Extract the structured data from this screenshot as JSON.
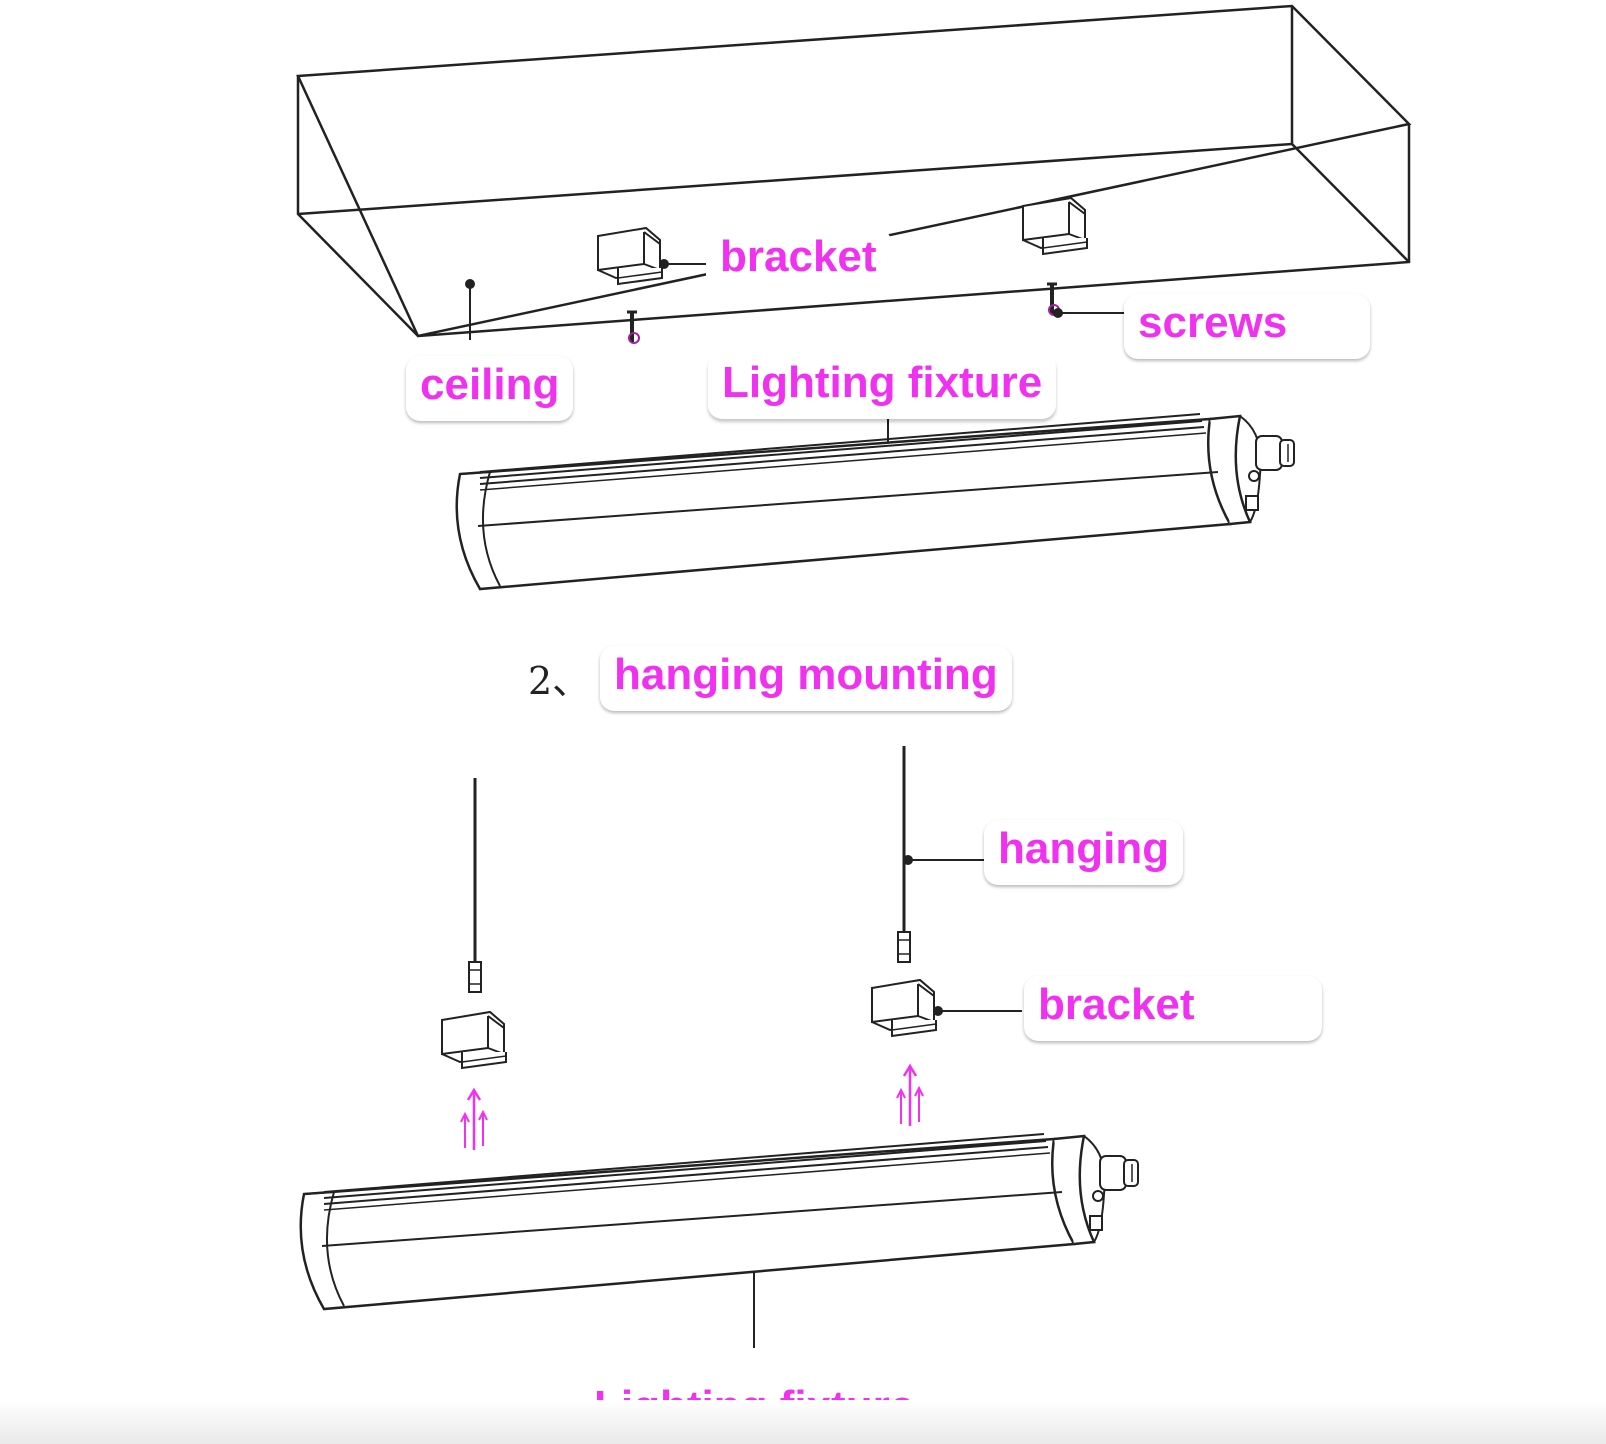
{
  "labels": {
    "bracket_top": "bracket",
    "screws": "screws",
    "ceiling": "ceiling",
    "fixture_top": "Lighting fixture",
    "step_number": "2、",
    "step_title": "hanging mounting",
    "hanging": "hanging",
    "bracket_bottom": "bracket",
    "fixture_bottom": "Lighting fixture"
  },
  "colors": {
    "label_text": "#f032f0",
    "arrow": "#f032f0",
    "line_art": "#222222"
  },
  "icons": [
    "ceiling-box",
    "bracket-icon",
    "screw-icon",
    "lighting-fixture",
    "hanging-wire",
    "up-arrow-icon"
  ]
}
